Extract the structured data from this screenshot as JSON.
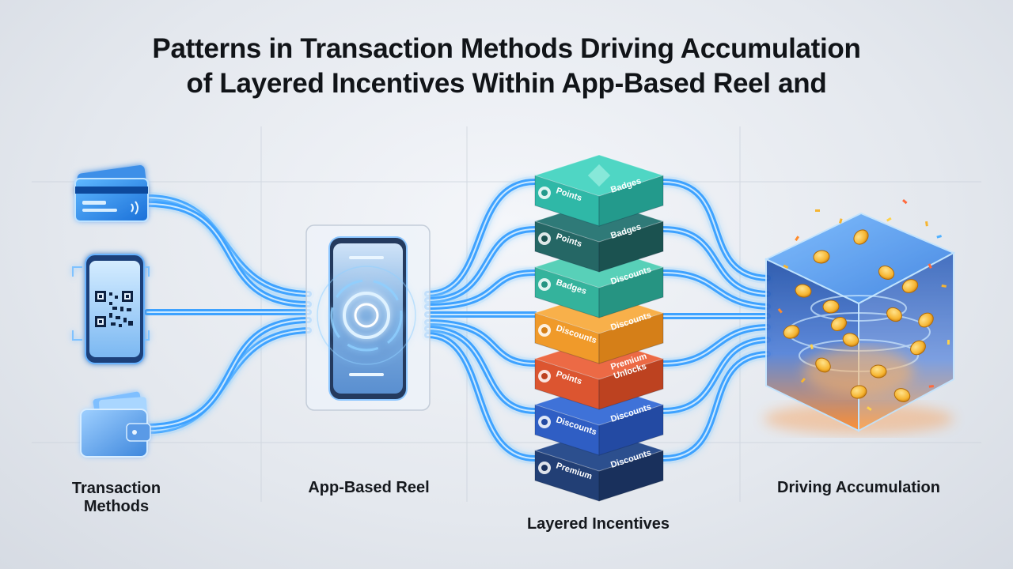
{
  "title": {
    "line1": "Patterns in Transaction Methods Driving Accumulation",
    "line2": "of Layered Incentives Within App-Based Reel and"
  },
  "columns": {
    "transaction_methods": {
      "line1": "Transaction",
      "line2": "Methods"
    },
    "app_based_reel": "App-Based Reel",
    "layered_incentives": "Layered Incentives",
    "driving_accumulation": "Driving Accumulation"
  },
  "transaction_methods": [
    {
      "name": "card",
      "icon": "credit-card-icon"
    },
    {
      "name": "qr",
      "icon": "qr-phone-icon"
    },
    {
      "name": "wallet",
      "icon": "wallet-icon"
    }
  ],
  "incentive_layers": [
    {
      "left": "Points",
      "right": "Badges",
      "top": "#4fd6c4",
      "front": "#2fb8a7",
      "side": "#239a8c",
      "icon": "star-icon"
    },
    {
      "left": "Points",
      "right": "Badges",
      "top": "#2f7a78",
      "front": "#256765",
      "side": "#1b5250",
      "icon": "star-icon"
    },
    {
      "left": "Badges",
      "right": "Discounts",
      "top": "#58d0b8",
      "front": "#34b39c",
      "side": "#269482",
      "icon": "badge-icon"
    },
    {
      "left": "Discounts",
      "right": "Discounts",
      "top": "#f8b04a",
      "front": "#f09a2a",
      "side": "#d57f18",
      "icon": "star-icon"
    },
    {
      "left": "Points",
      "right": "Premium Unlocks",
      "top": "#ec6a45",
      "front": "#dc5530",
      "side": "#bd4220",
      "icon": "tag-icon"
    },
    {
      "left": "Discounts",
      "right": "Discounts",
      "top": "#3f72d8",
      "front": "#2f5ec4",
      "side": "#234aa3",
      "icon": "shield-icon"
    },
    {
      "left": "Premium",
      "right": "Discounts",
      "top": "#2c4f8e",
      "front": "#223f75",
      "side": "#19305c",
      "icon": "gem-icon"
    }
  ],
  "colors": {
    "flow": "#3ea2ff",
    "flow_glow": "#8fd0ff",
    "cube_inner": "#ff8a2a",
    "coin": "#f6b531"
  }
}
